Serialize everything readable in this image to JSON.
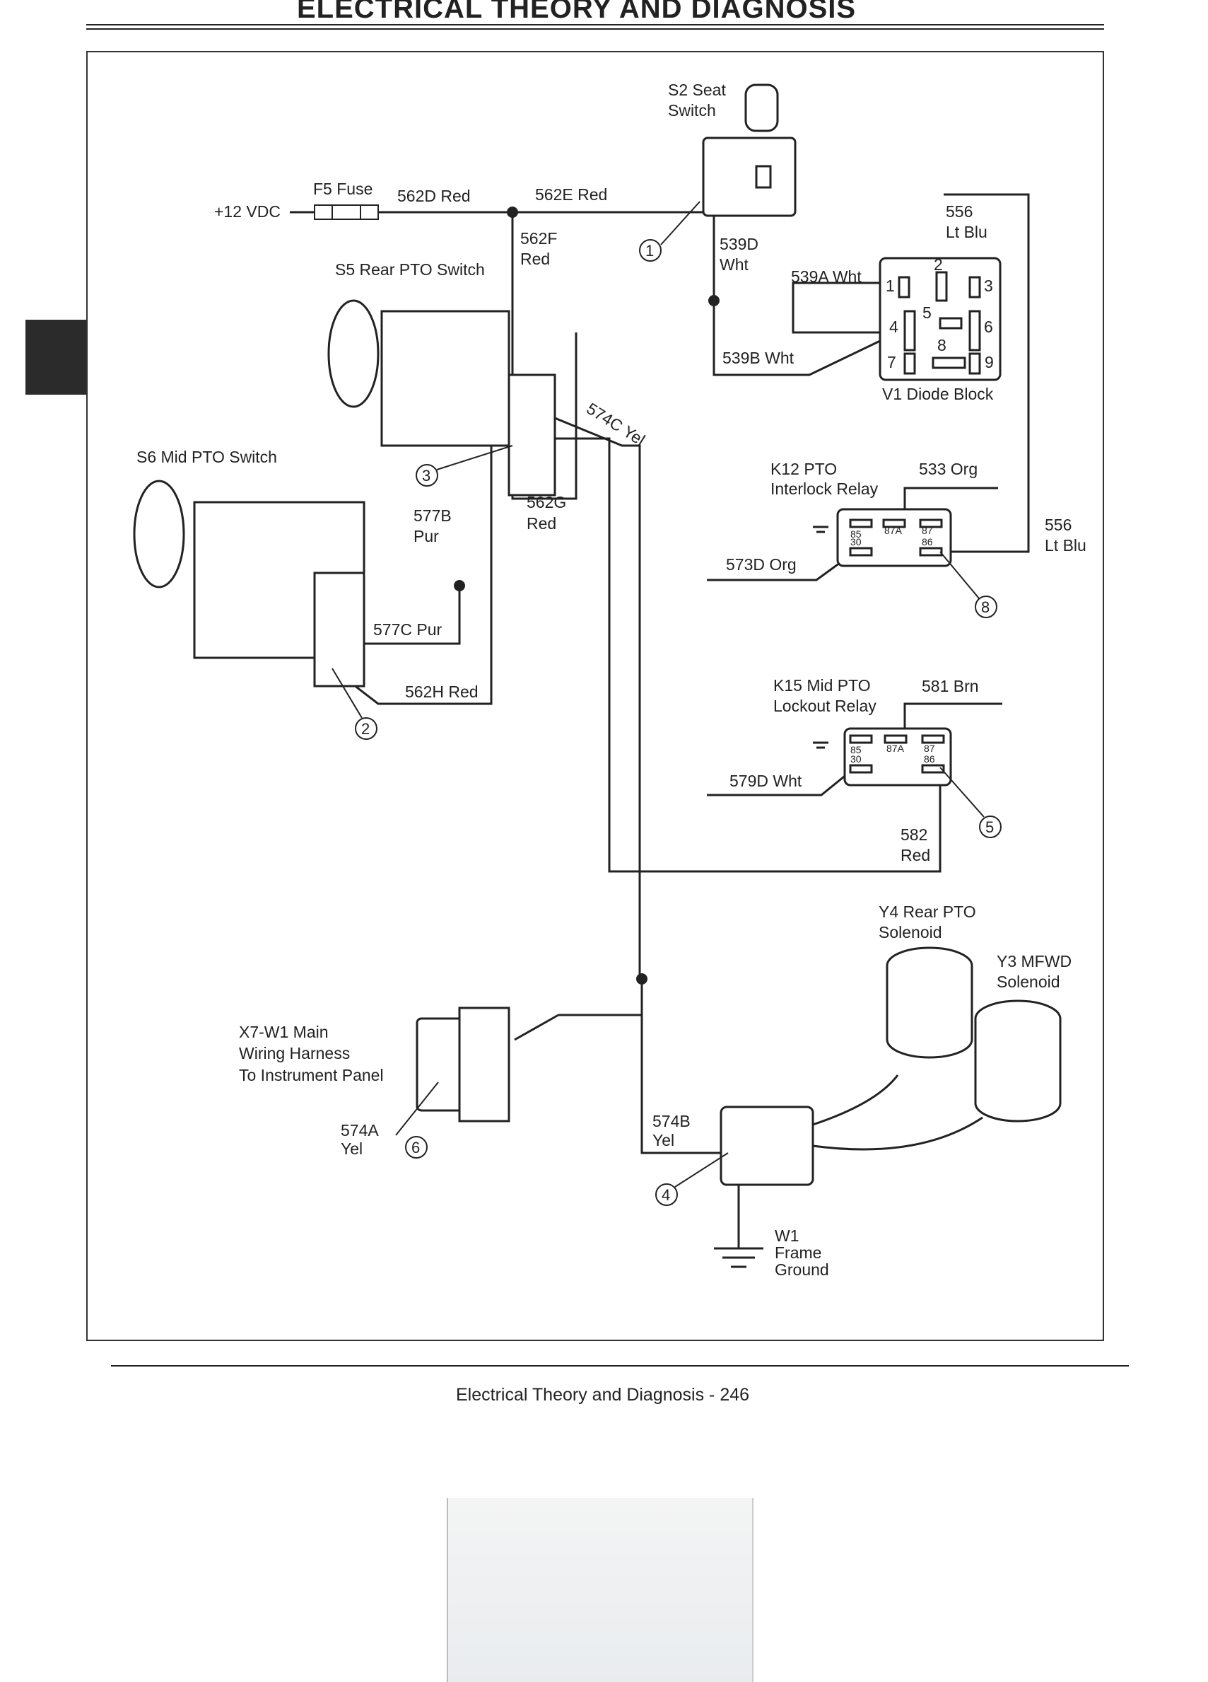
{
  "header": {
    "title": "ELECTRICAL   THEORY AND DIAGNOSIS"
  },
  "footer": {
    "text": "Electrical   Theory and Diagnosis  - 246"
  },
  "components": {
    "s2": [
      "S2 Seat",
      "Switch"
    ],
    "supply": "+12 VDC",
    "f5": "F5 Fuse",
    "s5": "S5 Rear PTO Switch",
    "s6": "S6 Mid PTO Switch",
    "v1": "V1 Diode Block",
    "k12": [
      "K12 PTO",
      "Interlock Relay"
    ],
    "k15": [
      "K15 Mid PTO",
      "Lockout Relay"
    ],
    "y4": [
      "Y4 Rear PTO",
      "Solenoid"
    ],
    "y3": [
      "Y3 MFWD",
      "Solenoid"
    ],
    "x7": [
      "X7-W1 Main",
      "Wiring Harness",
      "To Instrument Panel"
    ],
    "w1": [
      "W1",
      "Frame",
      "Ground"
    ]
  },
  "wires": {
    "w562d": "562D Red",
    "w562e": "562E Red",
    "w562f": [
      "562F",
      "Red"
    ],
    "w539d": [
      "539D",
      "Wht"
    ],
    "w556_top": [
      "556",
      "Lt Blu"
    ],
    "w539a": "539A Wht",
    "w539b": "539B Wht",
    "w574c": "574C Yel",
    "w533": "533 Org",
    "w556_right": [
      "556",
      "Lt Blu"
    ],
    "w573d": "573D Org",
    "w577b": [
      "577B",
      "Pur"
    ],
    "w562g": [
      "562G",
      "Red"
    ],
    "w577c": "577C Pur",
    "w562h": "562H Red",
    "w581": "581 Brn",
    "w579d": "579D Wht",
    "w582": [
      "582",
      "Red"
    ],
    "w574b": [
      "574B",
      "Yel"
    ],
    "w574a": [
      "574A",
      "Yel"
    ]
  },
  "callouts": [
    "1",
    "2",
    "3",
    "4",
    "5",
    "6",
    "8"
  ],
  "diode_block_pins": [
    "1",
    "2",
    "3",
    "4",
    "5",
    "6",
    "7",
    "8",
    "9"
  ],
  "relay_pins": [
    "85",
    "87A",
    "87",
    "30",
    "86"
  ]
}
